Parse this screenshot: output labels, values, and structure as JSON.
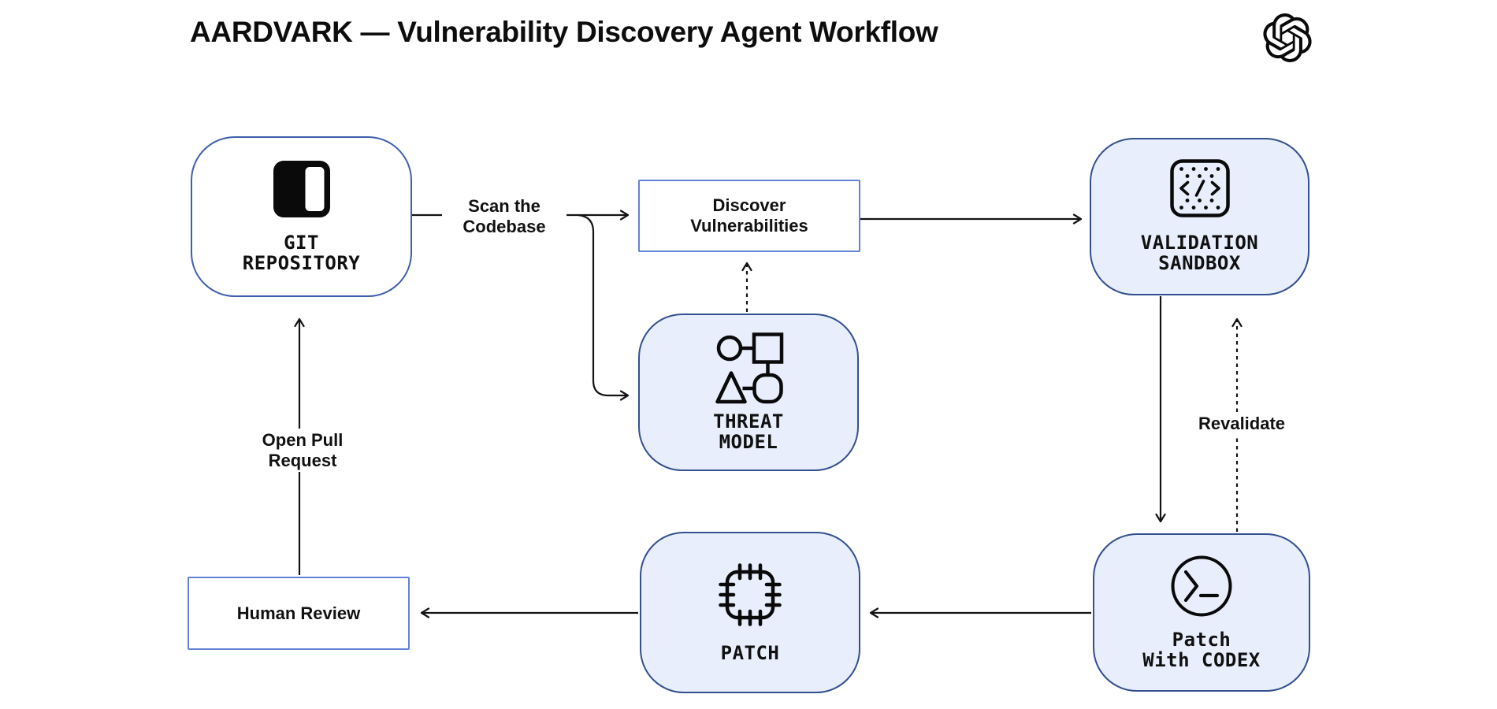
{
  "title": "AARDVARK — Vulnerability Discovery Agent Workflow",
  "brand": {
    "logo_icon": "openai-logo"
  },
  "nodes": {
    "git_repository": {
      "label": "GIT\nREPOSITORY",
      "icon": "git-repository-icon",
      "shape": "rounded",
      "fill": "#FFFFFF"
    },
    "discover_vulnerabilities": {
      "label": "Discover\nVulnerabilities",
      "shape": "rect",
      "fill": "#FFFFFF"
    },
    "threat_model": {
      "label": "THREAT\nMODEL",
      "icon": "threat-model-icon",
      "shape": "rounded",
      "fill": "#E8EEFB"
    },
    "validation_sandbox": {
      "label": "VALIDATION\nSANDBOX",
      "icon": "validation-sandbox-icon",
      "shape": "rounded",
      "fill": "#E8EEFB"
    },
    "patch_with_codex": {
      "label": "Patch\nWith CODEX",
      "icon": "terminal-prompt-icon",
      "shape": "rounded",
      "fill": "#E8EEFB"
    },
    "patch": {
      "label": "PATCH",
      "icon": "patch-stitch-icon",
      "shape": "rounded",
      "fill": "#E8EEFB"
    },
    "human_review": {
      "label": "Human Review",
      "shape": "rect",
      "fill": "#FFFFFF"
    }
  },
  "edge_labels": {
    "scan_codebase": "Scan the\nCodebase",
    "open_pull_request": "Open Pull\nRequest",
    "revalidate": "Revalidate"
  },
  "colors": {
    "background": "#FFFFFF",
    "rounded_node_border": "#32508F",
    "rect_node_border": "#6282D8",
    "node_fill": "#E8EEFB",
    "arrow": "#141414",
    "text": "#0E0E0E"
  }
}
